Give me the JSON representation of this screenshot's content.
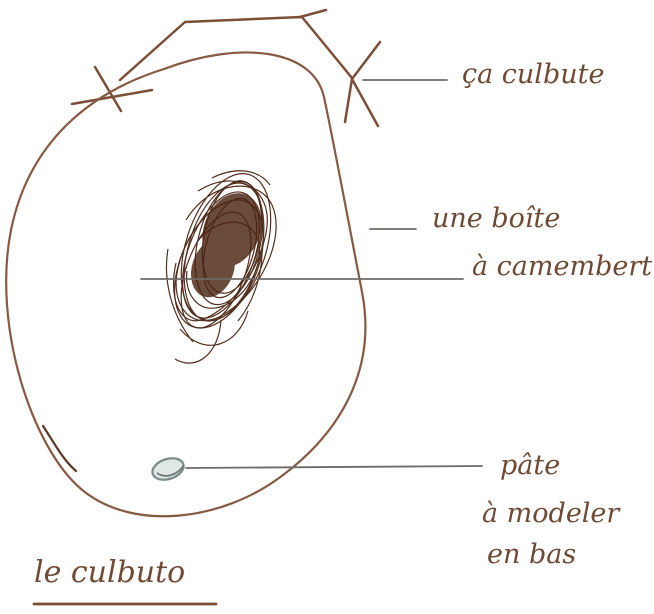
{
  "title": "le culbuto",
  "labels": {
    "top": "ça culbute",
    "middle_line1": "une boîte",
    "middle_line2": "à camembert",
    "bottom_line1": "pâte",
    "bottom_line2": "à modeler",
    "bottom_line3": "en bas"
  },
  "colors": {
    "ink": "#6f4a34",
    "scribble": "#4a2412",
    "leader": "#6f6b68",
    "clay": "#7e8d8a",
    "paper": "#ffffff"
  }
}
